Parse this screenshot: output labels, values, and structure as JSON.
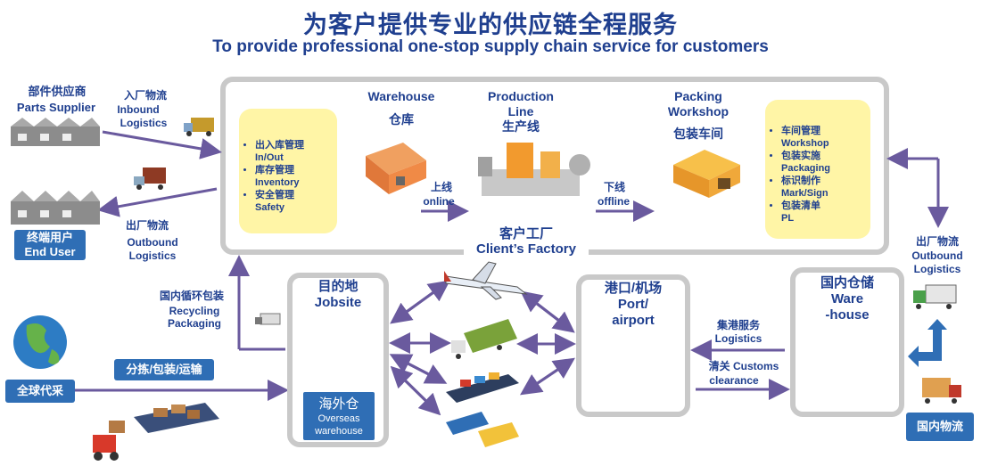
{
  "title": {
    "cn": "为客户提供专业的供应链全程服务",
    "en": "To provide professional one-stop supply chain service for customers"
  },
  "parts_supplier": {
    "cn": "部件供应商",
    "en": "Parts Supplier"
  },
  "inbound": {
    "cn": "入厂物流",
    "en1": "Inbound",
    "en2": "Logistics"
  },
  "outbound_left": {
    "cn": "出厂物流",
    "en1": "Outbound",
    "en2": "Logistics"
  },
  "end_user": {
    "cn": "终端用户",
    "en": "End User"
  },
  "warehouse": {
    "en": "Warehouse",
    "cn": "仓库"
  },
  "production": {
    "en1": "Production",
    "en2": "Line",
    "cn": "生产线"
  },
  "packing": {
    "en1": "Packing",
    "en2": "Workshop",
    "cn": "包装车间"
  },
  "left_bubble": [
    {
      "cn": "出入库管理",
      "en": "In/Out"
    },
    {
      "cn": "库存管理",
      "en": "Inventory"
    },
    {
      "cn": "安全管理",
      "en": "Safety"
    }
  ],
  "right_bubble": [
    {
      "cn": "车间管理",
      "en": "Workshop"
    },
    {
      "cn": "包装实施",
      "en": "Packaging"
    },
    {
      "cn": "标识制作",
      "en": "Mark/Sign"
    },
    {
      "cn": "包装清单",
      "en": "PL"
    }
  ],
  "online": {
    "cn": "上线",
    "en": "online"
  },
  "offline": {
    "cn": "下线",
    "en": "offline"
  },
  "client_factory": {
    "cn": "客户工厂",
    "en": "Client’s Factory"
  },
  "outbound_right": {
    "cn": "出厂物流",
    "en1": "Outbound",
    "en2": "Logistics"
  },
  "recycling": {
    "cn": "国内循环包装",
    "en1": "Recycling",
    "en2": "Packaging"
  },
  "global_sourcing": "全球代采",
  "sorting": "分拣/包装/运输",
  "jobsite": {
    "cn": "目的地",
    "en": "Jobsite"
  },
  "overseas": {
    "cn": "海外仓",
    "en1": "Overseas",
    "en2": "warehouse"
  },
  "port": {
    "cn": "港口/机场",
    "en1": "Port/",
    "en2": "airport"
  },
  "domestic_wh": {
    "cn": "国内仓储",
    "en1": "Ware",
    "en2": "-house"
  },
  "port_service": {
    "cn": "集港服务",
    "en": "Logistics"
  },
  "customs": {
    "cn": "清关",
    "en1": "Customs",
    "en2": "clearance"
  },
  "domestic_logistics": "国内物流",
  "colors": {
    "navy": "#1f3f8f",
    "arrow": "#6a5a9e",
    "blue_box": "#2f6eb5",
    "bubble": "#fff5a6",
    "gray_border": "#c9c9c9"
  }
}
